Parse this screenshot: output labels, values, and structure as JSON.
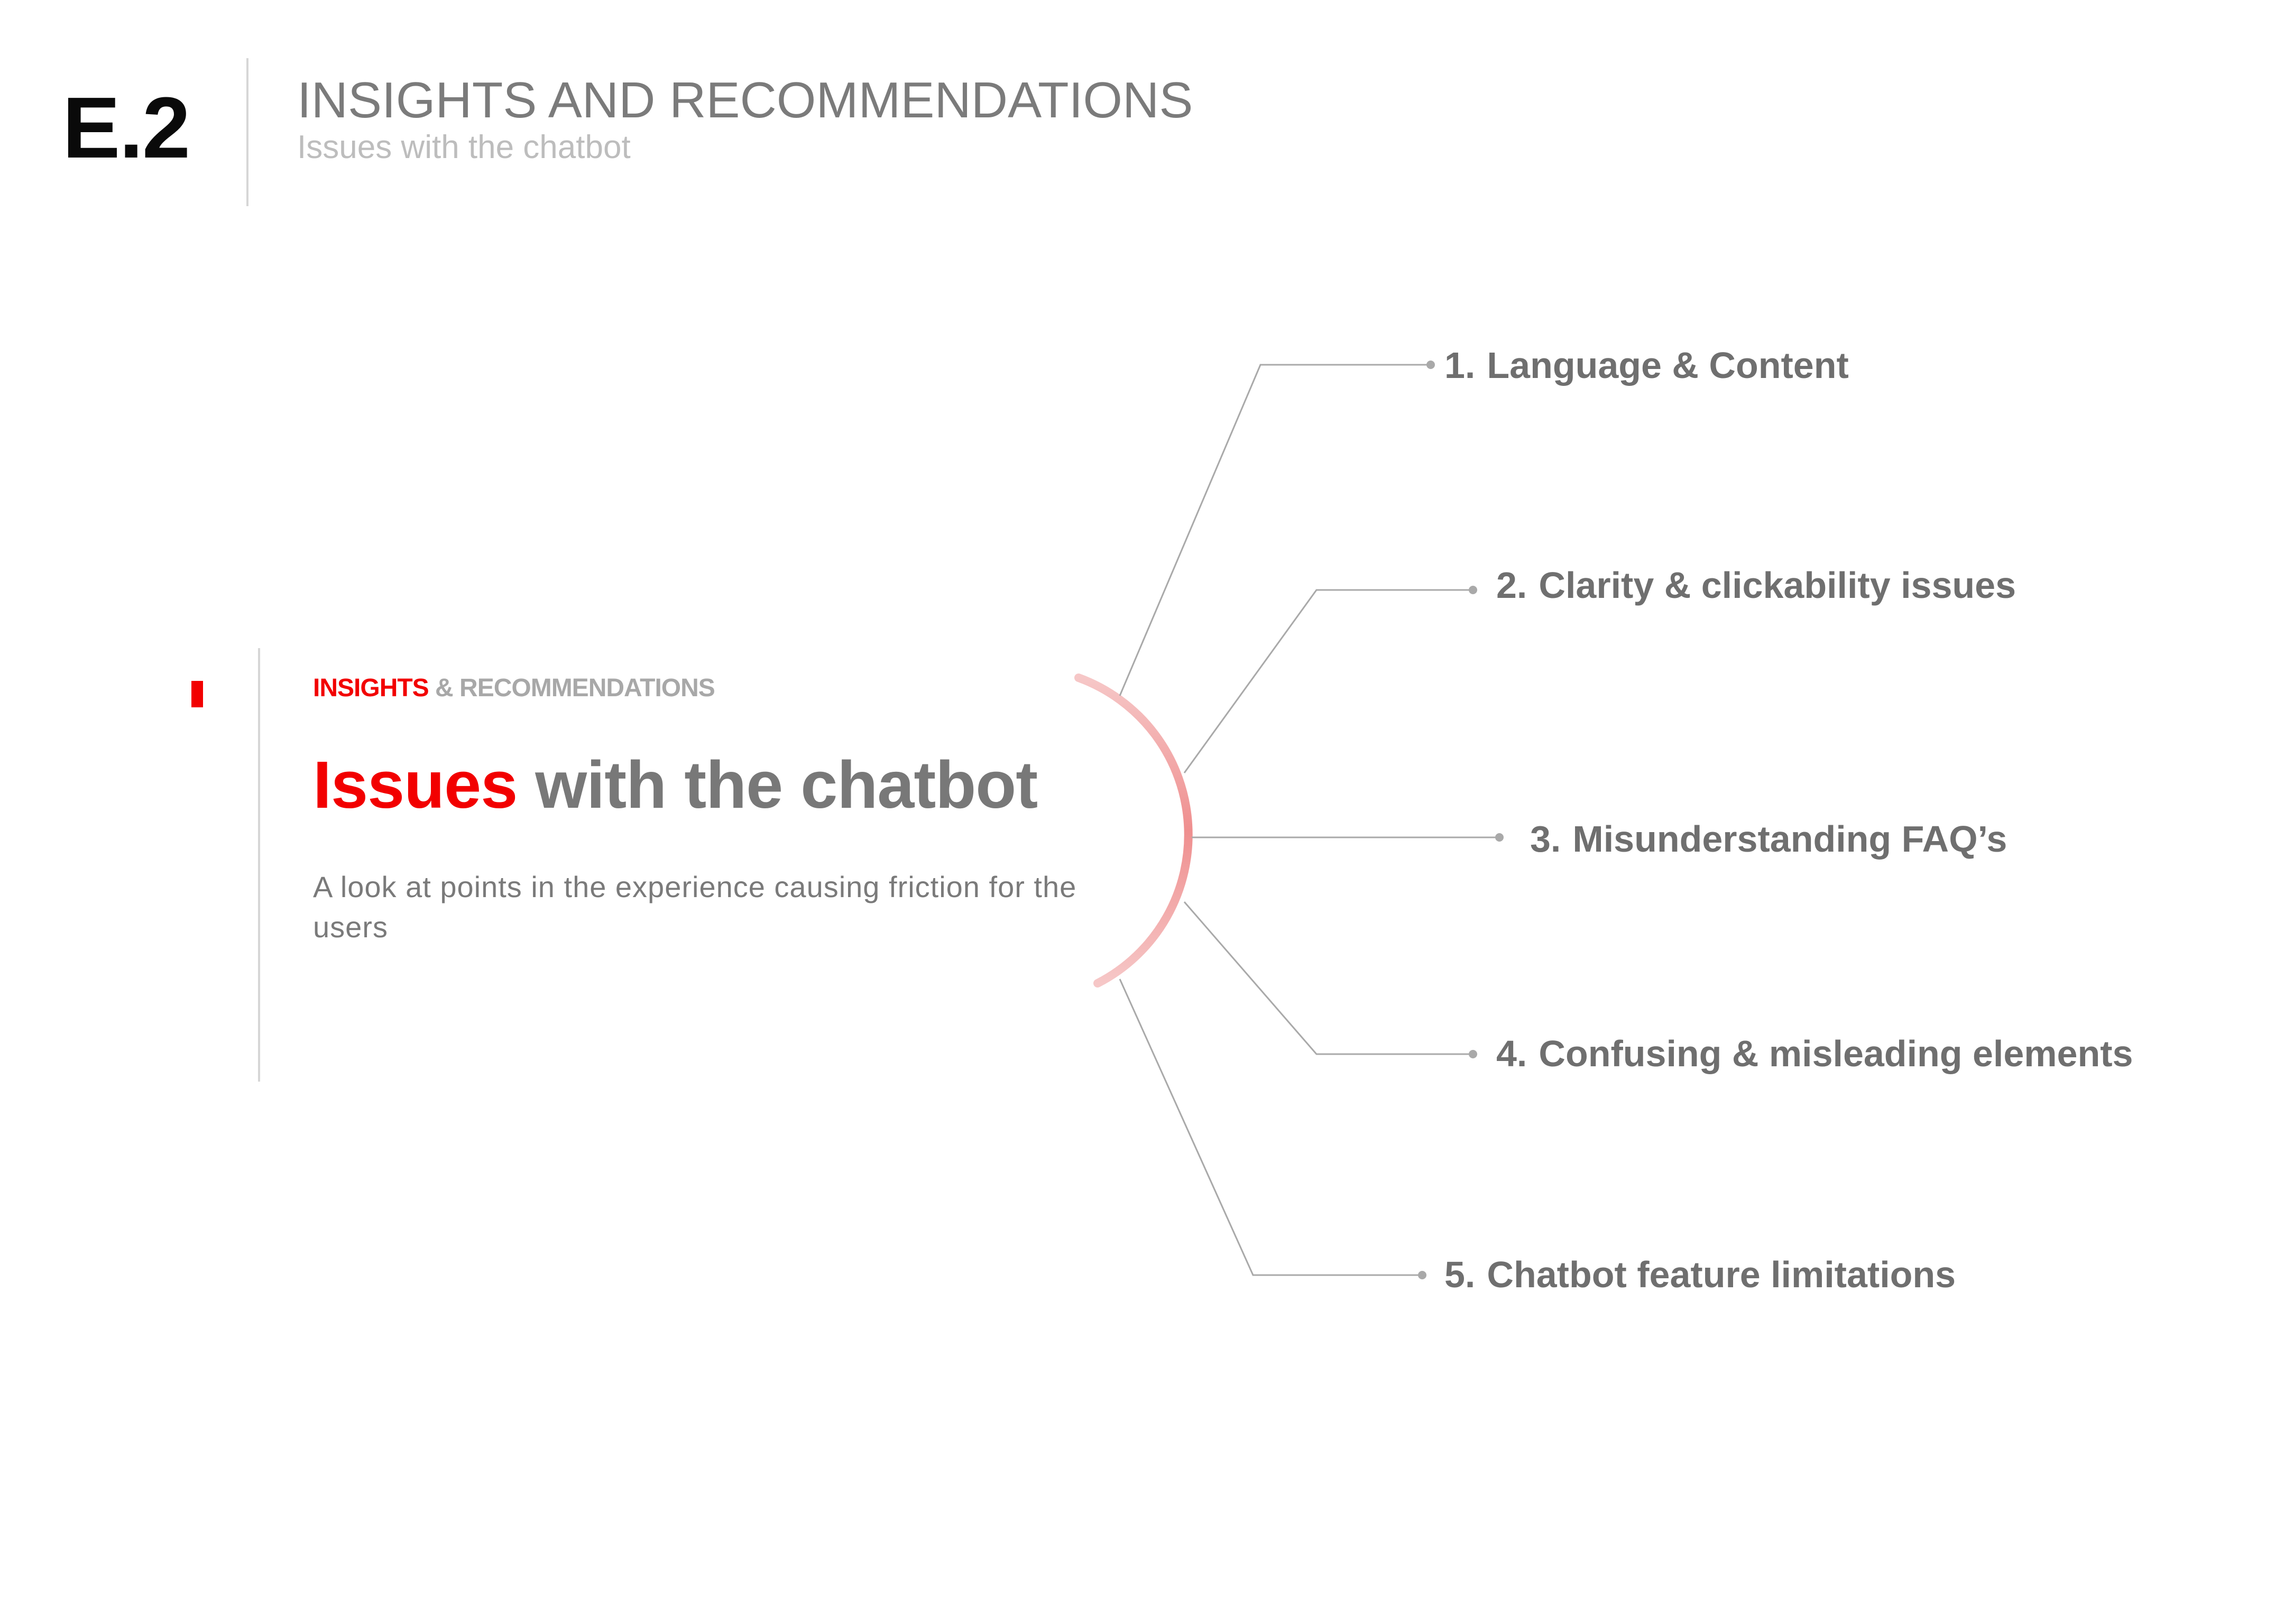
{
  "header": {
    "section_number": "E.2",
    "title": "INSIGHTS AND RECOMMENDATIONS",
    "subtitle": "Issues with the chatbot"
  },
  "content": {
    "eyebrow_highlight": "INSIGHTS",
    "eyebrow_rest": "& RECOMMENDATIONS",
    "heading_highlight": "Issues",
    "heading_rest": "with the chatbot",
    "description": "A look at points in the experience causing friction for the users"
  },
  "branches": [
    {
      "number": "1.",
      "label": "Language & Content"
    },
    {
      "number": "2.",
      "label": "Clarity & clickability issues"
    },
    {
      "number": "3.",
      "label": "Misunderstanding FAQ’s"
    },
    {
      "number": "4.",
      "label": "Confusing & misleading elements"
    },
    {
      "number": "5.",
      "label": "Chatbot feature limitations"
    }
  ],
  "colors": {
    "accent": "#f20000",
    "arc": "#f09a9a",
    "connector": "#a9a9a9",
    "label": "#6f6f6f"
  }
}
